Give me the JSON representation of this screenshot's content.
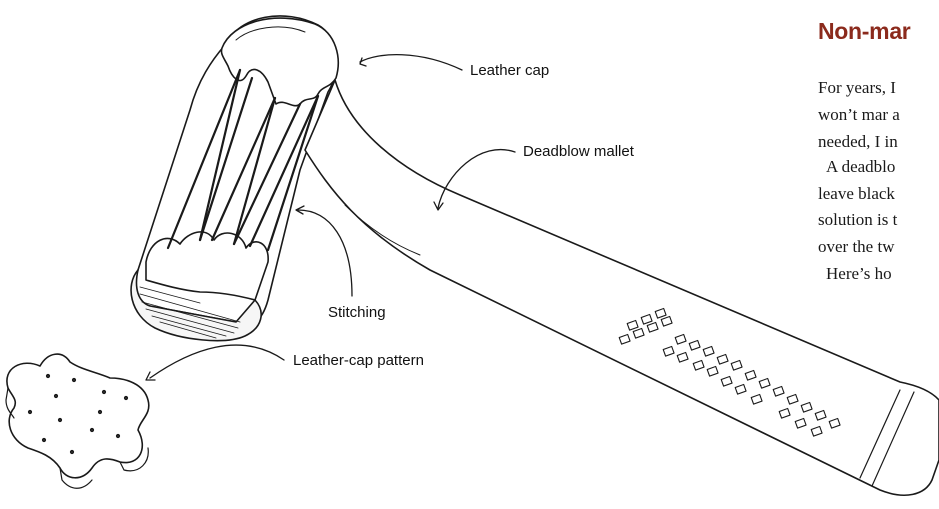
{
  "article": {
    "heading": "Non-mar",
    "lines": [
      "For years, I",
      "won’t mar a",
      "needed, I in",
      "A deadblo",
      "leave black",
      "solution is t",
      "over the tw",
      "Here’s ho"
    ]
  },
  "callouts": {
    "leather_cap": "Leather cap",
    "deadblow_mallet": "Deadblow mallet",
    "stitching": "Stitching",
    "leather_cap_pattern": "Leather-cap pattern"
  },
  "colors": {
    "heading": "#8b2a1c",
    "ink": "#1a1a1a"
  }
}
